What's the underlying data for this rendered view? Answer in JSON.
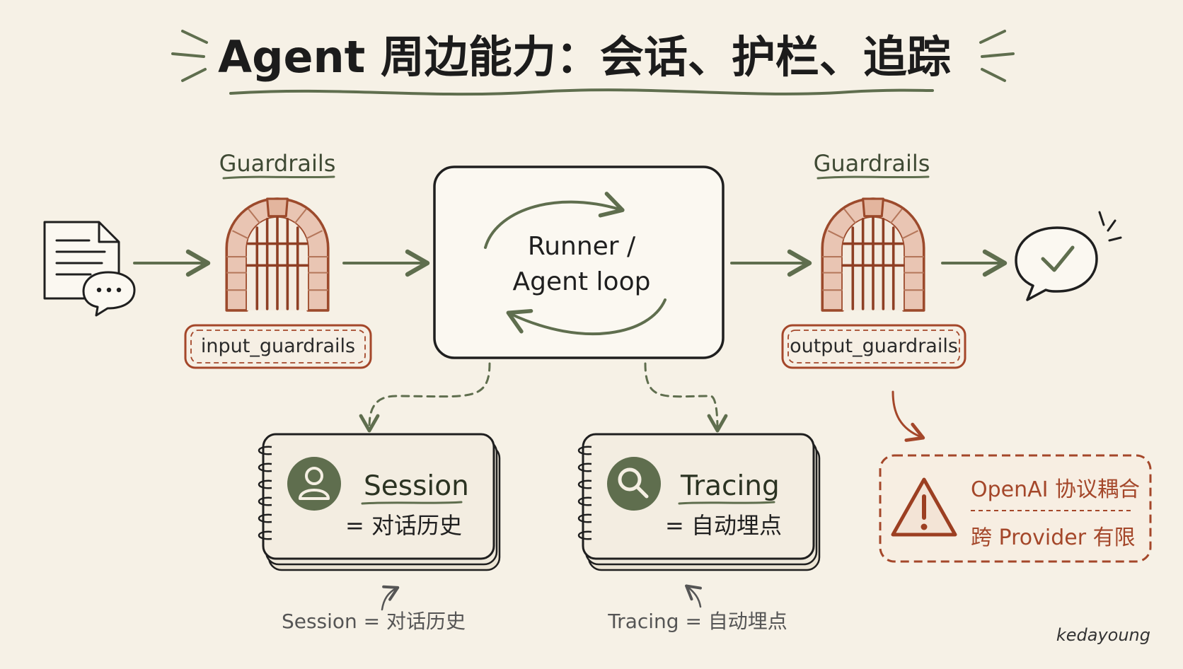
{
  "title": "Agent 周边能力：会话、护栏、追踪",
  "colors": {
    "ink": "#1f1f1f",
    "green": "#5f6e4e",
    "rust": "#a4472a",
    "brick": "#b87358",
    "paper": "#f6f1e6",
    "card": "#f1ebdd"
  },
  "icons": {
    "input": "document-chat-icon",
    "gate": "archway-gate-icon",
    "output": "check-bubble-icon",
    "session": "user-icon",
    "tracing": "magnifier-icon",
    "warning": "warning-triangle-icon"
  },
  "guard_in": {
    "heading": "Guardrails",
    "code": "input_guardrails"
  },
  "guard_out": {
    "heading": "Guardrails",
    "code": "output_guardrails"
  },
  "runner": {
    "line1": "Runner /",
    "line2": "Agent loop"
  },
  "session": {
    "title": "Session",
    "desc": "= 对话历史",
    "caption": "Session = 对话历史"
  },
  "tracing": {
    "title": "Tracing",
    "desc": "= 自动埋点",
    "caption": "Tracing = 自动埋点"
  },
  "warning": {
    "line1": "OpenAI 协议耦合",
    "line2": "跨 Provider 有限"
  },
  "signature": "kedayoung"
}
